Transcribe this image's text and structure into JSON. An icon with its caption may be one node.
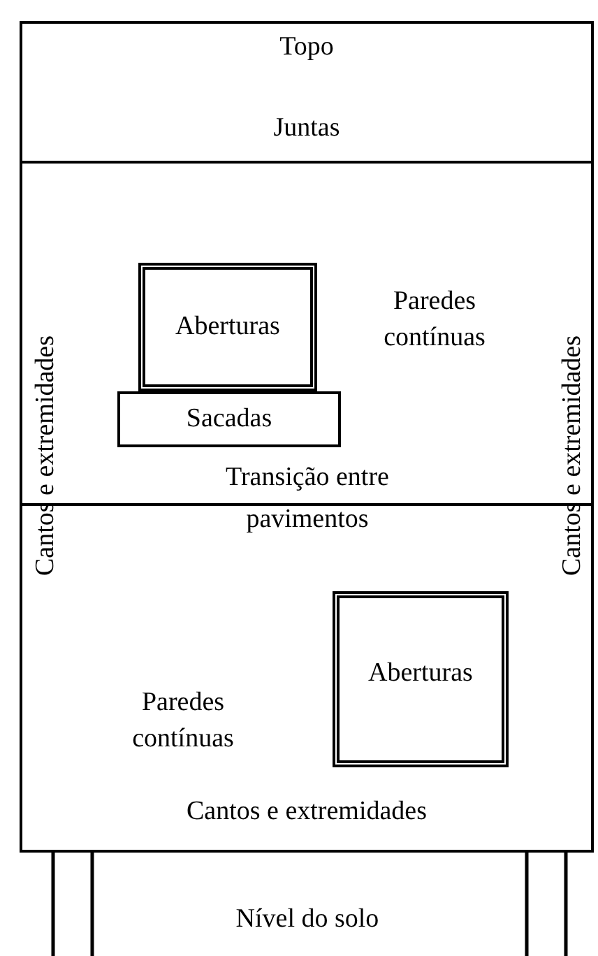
{
  "diagram": {
    "nodes": [
      {
        "text": [
          "Topo",
          "Juntas"
        ]
      },
      {
        "text": [
          "Paredes contínuas"
        ]
      },
      {
        "text": [
          "Aberturas"
        ],
        "in": 1
      },
      {
        "text": [
          "Sacadas"
        ],
        "in": 1
      },
      {
        "text": [
          "Paredes contínuas",
          "Cantos e extremidades"
        ]
      },
      {
        "text": [
          "Aberturas"
        ],
        "in": 4
      }
    ],
    "labels": [
      "Transição entre pavimentos",
      "Cantos e extremidades",
      "Cantos e extremidades",
      "Nível do solo"
    ]
  }
}
